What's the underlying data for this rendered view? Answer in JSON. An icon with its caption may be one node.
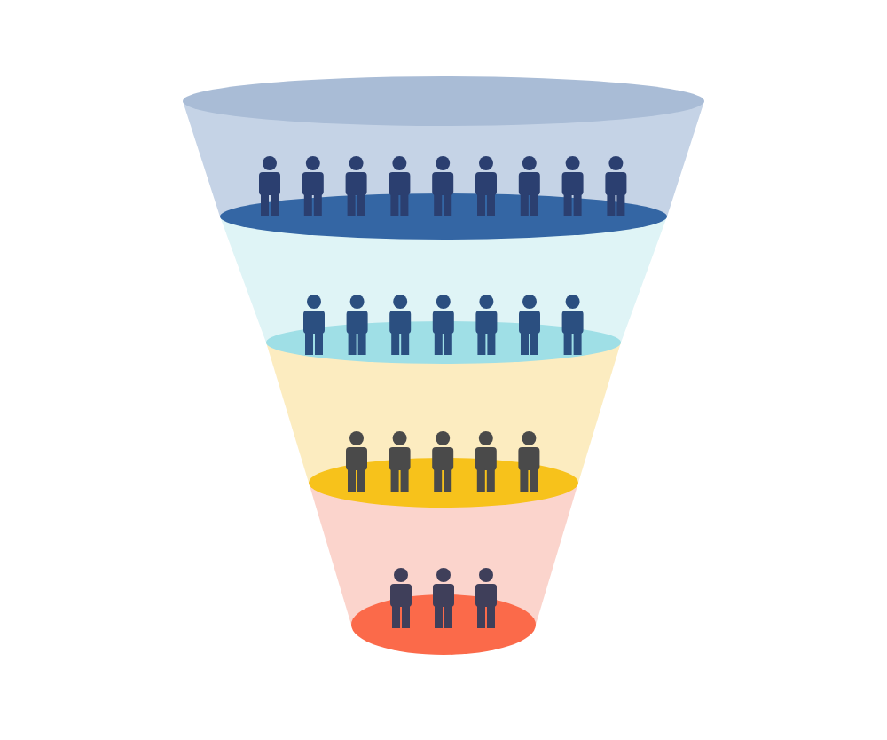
{
  "diagram": {
    "nodes": [
      {
        "text": [],
        "shape": "band"
      },
      {
        "text": [],
        "shape": "band"
      },
      {
        "text": [],
        "shape": "band"
      },
      {
        "text": [],
        "shape": "band"
      }
    ]
  }
}
